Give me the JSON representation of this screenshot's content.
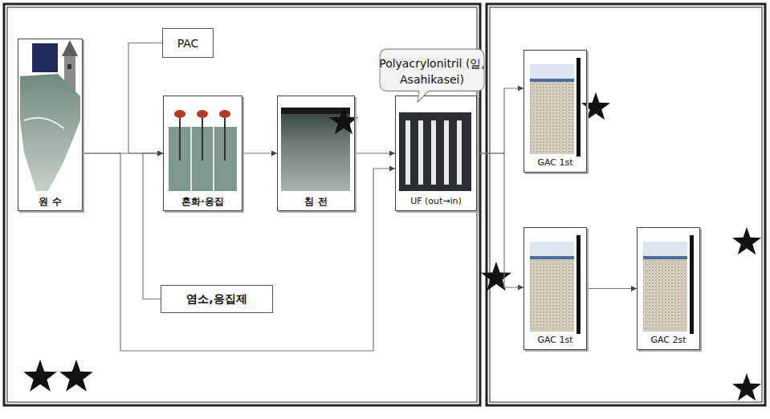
{
  "diagram": {
    "nodes": [
      {
        "text": [
          "원 수"
        ]
      },
      {
        "text": [
          "PAC"
        ]
      },
      {
        "text": [
          "혼화·응집"
        ]
      },
      {
        "text": [
          "침 전"
        ]
      },
      {
        "text": [
          "UF (out→in)"
        ]
      },
      {
        "text": [
          "Polyacrylonitril (일, Asahikasei)"
        ]
      },
      {
        "text": [
          "염소,응집제"
        ]
      },
      {
        "text": [
          "GAC 1st"
        ]
      },
      {
        "text": [
          "GAC 1st"
        ]
      },
      {
        "text": [
          "GAC 2st"
        ]
      }
    ],
    "edges": [
      {
        "from": 0,
        "to": 2,
        "arrow": "to"
      },
      {
        "from": 1,
        "to": 2,
        "arrow": "to"
      },
      {
        "from": 6,
        "to": 2,
        "arrow": "to"
      },
      {
        "from": 0,
        "to": 4,
        "arrow": "to"
      },
      {
        "from": 2,
        "to": 3,
        "arrow": "to"
      },
      {
        "from": 3,
        "to": 4,
        "arrow": "to"
      },
      {
        "from": 4,
        "to": 7,
        "arrow": "to"
      },
      {
        "from": 4,
        "to": 8,
        "arrow": "to"
      },
      {
        "from": 8,
        "to": 9,
        "arrow": "to"
      }
    ]
  }
}
